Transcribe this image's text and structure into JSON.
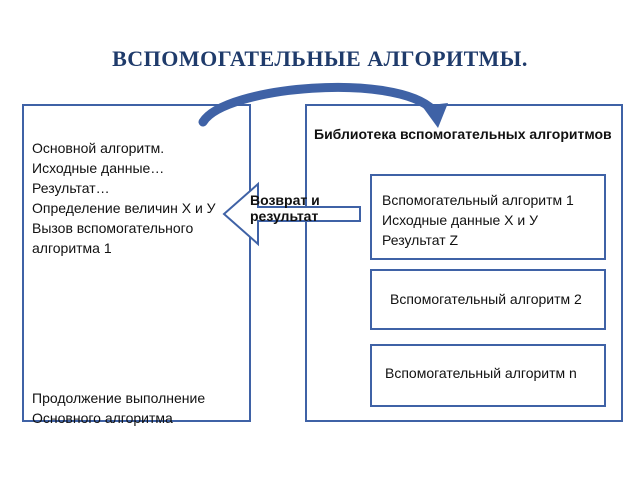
{
  "title": "ВСПОМОГАТЕЛЬНЫЕ АЛГОРИТМЫ.",
  "main_algorithm": {
    "lines": [
      "Основной алгоритм.",
      "Исходные данные…",
      "Результат…",
      "Определение величин X и У",
      "Вызов вспомогательного алгоритма 1"
    ],
    "footer_lines": [
      "Продолжение выполнение",
      "Основного алгоритма"
    ]
  },
  "library": {
    "title": "Библиотека вспомогательных алгоритмов",
    "items": [
      {
        "lines": [
          "Вспомогательный алгоритм 1",
          "Исходные данные X и У",
          "Результат Z"
        ]
      },
      {
        "lines": [
          "Вспомогательный алгоритм 2"
        ]
      },
      {
        "lines": [
          "Вспомогательный алгоритм n"
        ]
      }
    ]
  },
  "return_label": "Возврат и результат",
  "colors": {
    "border": "#3f62a6",
    "title": "#1f3b6b",
    "curved_arrow": "#3f62a6"
  }
}
